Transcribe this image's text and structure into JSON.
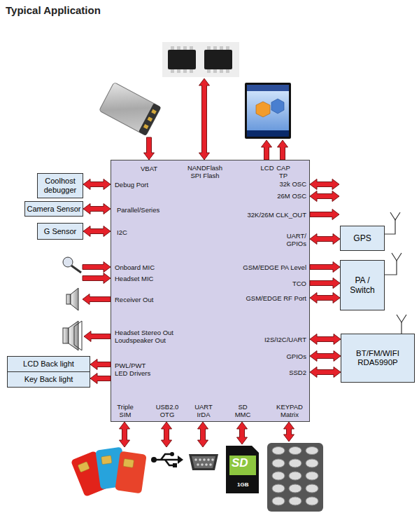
{
  "diagram": {
    "title": "Typical Application",
    "nodes": [
      {
        "text": [
          "VBAT",
          "NANDFlash SPI Flash",
          "LCD",
          "CAP TP",
          "Debug Port",
          "32k OSC",
          "26M OSC",
          "Parallel/Series",
          "32K/26M CLK_OUT",
          "I2C",
          "UART/ GPIOs",
          "Onboard MIC",
          "Headset MIC",
          "GSM/EDGE PA Level",
          "TCO",
          "Receiver Out",
          "GSM/EDGE RF Port",
          "Headset Stereo Out Loudspeaker Out",
          "I2S/I2C/UART",
          "PWL/PWT LED Drivers",
          "GPIOs",
          "SSD2",
          "Triple SIM",
          "USB2.0 OTG",
          "UART IrDA",
          "SD MMC",
          "KEYPAD Matrix"
        ]
      },
      {
        "text": [
          "Coolhost debugger"
        ]
      },
      {
        "text": [
          "Camera Sensor"
        ]
      },
      {
        "text": [
          "G Sensor"
        ]
      },
      {
        "text": [
          "LCD Back light"
        ]
      },
      {
        "text": [
          "Key Back light"
        ]
      },
      {
        "text": [
          "GPS"
        ]
      },
      {
        "text": [
          "PA / Switch"
        ]
      },
      {
        "text": [
          "BT/FM/WIFI RDA5990P"
        ]
      }
    ],
    "edges": [
      {
        "from": 0,
        "to": 1,
        "arrow": "both"
      },
      {
        "from": 0,
        "to": 2,
        "arrow": "both"
      },
      {
        "from": 0,
        "to": 3,
        "arrow": "both"
      },
      {
        "from": 0,
        "to": 4,
        "arrow": "to"
      },
      {
        "from": 0,
        "to": 5,
        "arrow": "to"
      },
      {
        "from": 0,
        "to": 6,
        "arrow": "both"
      },
      {
        "from": 0,
        "to": 7,
        "arrow": "to"
      },
      {
        "from": 0,
        "to": 7,
        "arrow": "to"
      },
      {
        "from": 0,
        "to": 7,
        "arrow": "both"
      },
      {
        "from": 0,
        "to": 8,
        "arrow": "both"
      },
      {
        "from": 0,
        "to": 8,
        "arrow": "both"
      },
      {
        "from": 0,
        "to": 8,
        "arrow": "both"
      }
    ],
    "labels": [
      "SD",
      "1GB"
    ]
  }
}
